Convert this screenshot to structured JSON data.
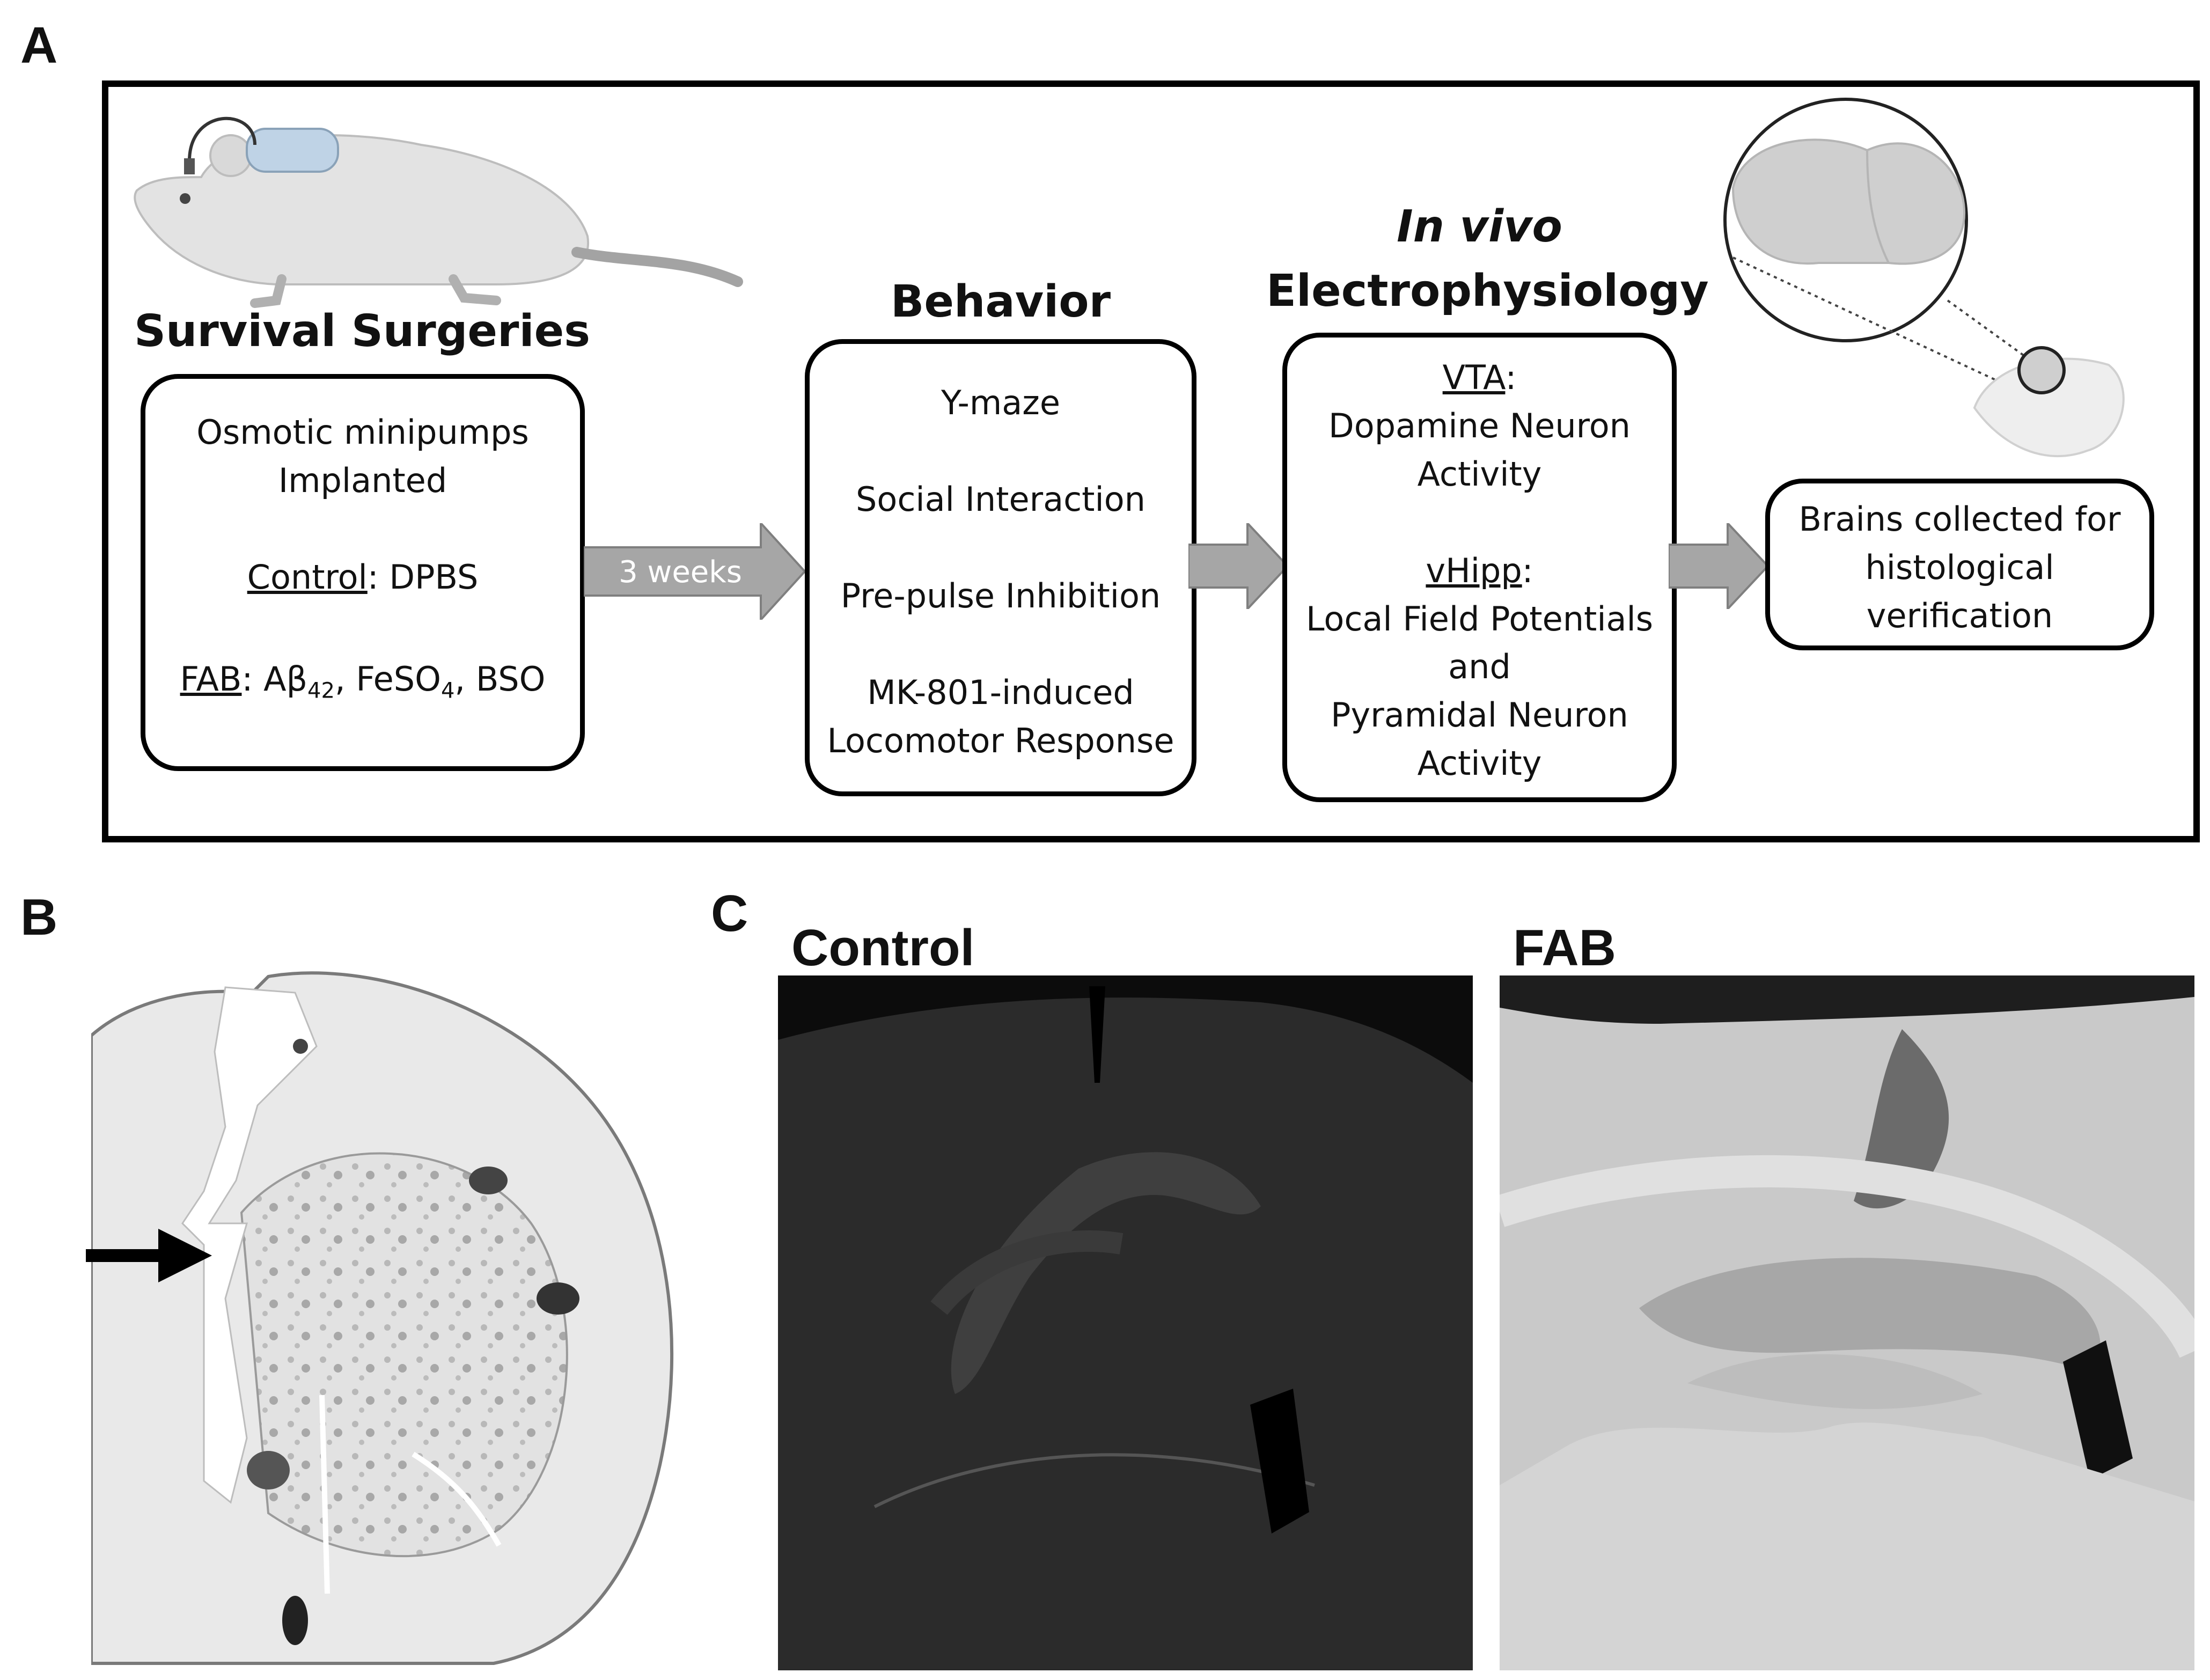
{
  "panels": {
    "a": "A",
    "b": "B",
    "c": "C"
  },
  "steps": {
    "surgery": {
      "heading": "Survival Surgeries",
      "line1": "Osmotic minipumps",
      "line2": "Implanted",
      "control_label": "Control",
      "control_value": ": DPBS",
      "fab_label": "FAB",
      "fab_value_ab": ": Aβ",
      "fab_sub_42": "42",
      "fab_value_fe": ", FeSO",
      "fab_sub_4": "4",
      "fab_value_bso": ", BSO"
    },
    "arrow1_label": "3 weeks",
    "behavior": {
      "heading": "Behavior",
      "items": [
        "Y-maze",
        "Social Interaction",
        "Pre-pulse Inhibition",
        "MK-801-induced",
        "Locomotor Response"
      ]
    },
    "ephys": {
      "heading_italic": "In vivo",
      "heading": "Electrophysiology",
      "vta_label": "VTA",
      "vta_colon": ":",
      "vta_lines": [
        "Dopamine Neuron",
        "Activity"
      ],
      "vhipp_label": "vHipp",
      "vhipp_colon": ":",
      "vhipp_lines": [
        "Local Field Potentials",
        "and",
        "Pyramidal Neuron",
        "Activity"
      ]
    },
    "histology": {
      "lines": [
        "Brains collected for",
        "histological",
        "verification"
      ]
    }
  },
  "micrographs": {
    "control_title": "Control",
    "fab_title": "FAB"
  },
  "colors": {
    "arrow_fill": "#a6a6a6",
    "arrow_stroke": "#7f7f7f",
    "micro_dark": "#2b2b2b",
    "micro_light": "#c9c9c9"
  }
}
